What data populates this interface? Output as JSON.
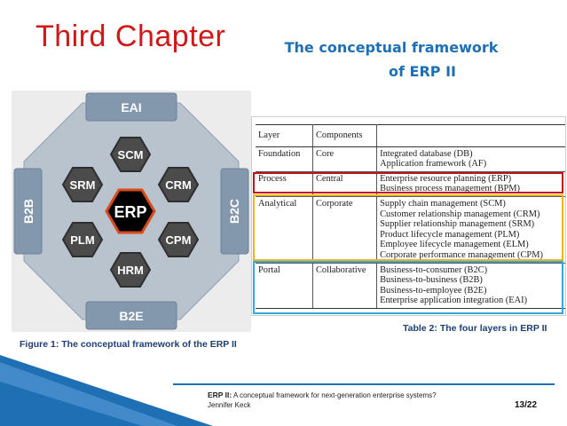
{
  "slide": {
    "title": "Third Chapter",
    "subtitle_line1": "The conceptual framework",
    "subtitle_line2": "of ERP II",
    "figure_caption": "Figure 1: The conceptual framework of the ERP II",
    "table_caption": "Table 2: The four layers in ERP II",
    "page_number": "13/22"
  },
  "footer": {
    "ref_title": "ERP II:",
    "ref_text": "A conceptual framework for next-generation enterprise systems?",
    "author": "Jennifer Keck"
  },
  "figure": {
    "center": "ERP",
    "hexes": {
      "scm": "SCM",
      "crm": "CRM",
      "cpm": "CPM",
      "hrm": "HRM",
      "plm": "PLM",
      "srm": "SRM"
    },
    "tabs": {
      "top": "EAI",
      "bottom": "B2E",
      "left": "B2B",
      "right": "B2C"
    },
    "colors": {
      "octagon": "#b9c3ce",
      "tab": "#8397ad",
      "hex": "#4b4b4b",
      "erp": "#000000",
      "erp_border": "#d84a1c"
    }
  },
  "table": {
    "header": {
      "layer": "Layer",
      "components": "Components"
    },
    "rows": [
      {
        "layer": "Foundation",
        "component": "Core",
        "items": [
          "Integrated database (DB)",
          "Application framework (AF)"
        ]
      },
      {
        "layer": "Process",
        "component": "Central",
        "items": [
          "Enterprise resource planning (ERP)",
          "Business process management (BPM)"
        ]
      },
      {
        "layer": "Analytical",
        "component": "Corporate",
        "items": [
          "Supply chain management (SCM)",
          "Customer relationship management (CRM)",
          "Supplier relationship management (SRM)",
          "Product lifecycle management (PLM)",
          "Employee lifecycle management (ELM)",
          "Corporate performance management (CPM)"
        ]
      },
      {
        "layer": "Portal",
        "component": "Collaborative",
        "items": [
          "Business-to-consumer (B2C)",
          "Business-to-business (B2B)",
          "Business-to-employee (B2E)",
          "Enterprise application integration (EAI)"
        ]
      }
    ],
    "highlight_colors": {
      "process": "#c0141c",
      "analytical": "#f2b41a",
      "portal": "#35a8d8"
    }
  },
  "theme": {
    "title_color": "#d01818",
    "subtitle_color": "#1f6fb5",
    "caption_color": "#1d3f72",
    "corner_color": "#1f6fb5"
  }
}
